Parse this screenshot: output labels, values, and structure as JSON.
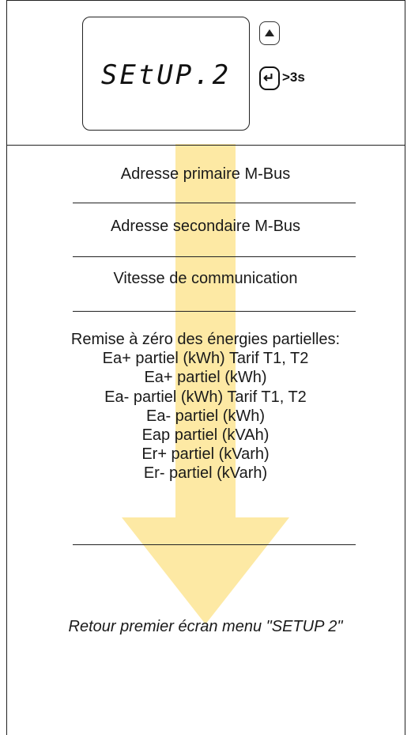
{
  "display": {
    "text": "SEtUP.2"
  },
  "buttons": {
    "up_icon": "up-arrow",
    "enter_icon": "enter",
    "enter_glyph": "↵",
    "enter_hold_label": ">3s"
  },
  "menu": {
    "items": [
      "Adresse primaire M-Bus",
      "Adresse secondaire M-Bus",
      "Vitesse de communication"
    ],
    "reset": {
      "title": "Remise à zéro des énergies partielles:",
      "lines": [
        "Ea+ partiel (kWh) Tarif T1, T2",
        "Ea+ partiel (kWh)",
        "Ea- partiel (kWh) Tarif T1, T2",
        "Ea- partiel (kWh)",
        "Eap partiel (kVAh)",
        "Er+ partiel (kVarh)",
        "Er- partiel (kVarh)"
      ]
    },
    "footer": "Retour premier écran menu \"SETUP 2\""
  },
  "colors": {
    "arrow": "#fde9a4",
    "line": "#222222"
  }
}
